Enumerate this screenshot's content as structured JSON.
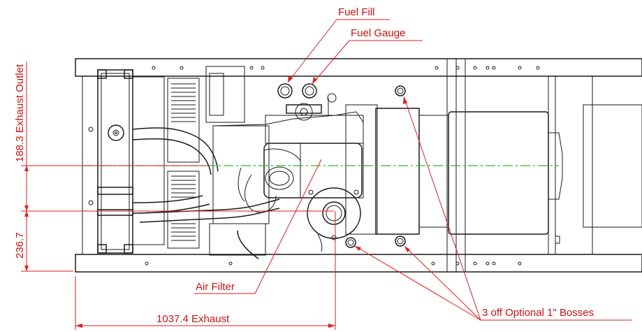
{
  "labels": {
    "fuel_fill": "Fuel Fill",
    "fuel_gauge": "Fuel Gauge",
    "air_filter": "Air Filter",
    "bosses": "3 off Optional 1\" Bosses",
    "exhaust_outlet_vertical": "188.3 Exhaust Outlet",
    "dim_236": "236.7",
    "dim_1037": "1037.4 Exhaust"
  },
  "colors": {
    "dimension": "#e21b1b",
    "centerline": "#1fbf1f",
    "linework": "#1a1a1a"
  }
}
